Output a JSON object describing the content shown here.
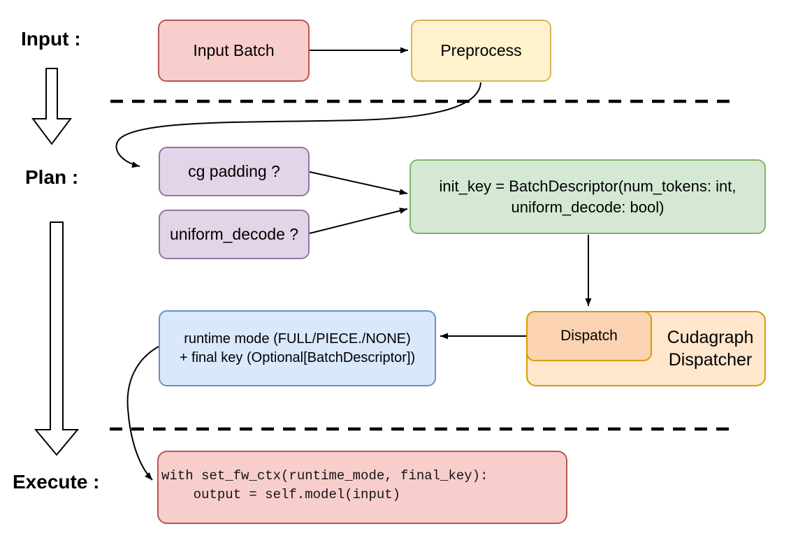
{
  "sections": {
    "input_label": "Input :",
    "plan_label": "Plan :",
    "execute_label": "Execute :"
  },
  "nodes": {
    "input_batch": {
      "label": "Input Batch",
      "fill": "#F8CECC",
      "stroke": "#B85450"
    },
    "preprocess": {
      "label": "Preprocess",
      "fill": "#FFF2CC",
      "stroke": "#D6B656"
    },
    "cg_padding": {
      "label": "cg padding ?",
      "fill": "#E1D5E7",
      "stroke": "#9673A6"
    },
    "uniform_decode": {
      "label": "uniform_decode ?",
      "fill": "#E1D5E7",
      "stroke": "#9673A6"
    },
    "init_key": {
      "line1": "init_key = BatchDescriptor(num_tokens: int,",
      "line2": "uniform_decode: bool)",
      "fill": "#D5E8D4",
      "stroke": "#82B366"
    },
    "runtime_mode": {
      "line1": "runtime mode (FULL/PIECE./NONE)",
      "line2": "+ final key (Optional[BatchDescriptor])",
      "fill": "#DAE8FC",
      "stroke": "#6C8EBF"
    },
    "dispatch": {
      "label": "Dispatch",
      "fill": "#FBD3B2",
      "stroke": "#D79B00"
    },
    "cudagraph_dispatcher": {
      "line1": "Cudagraph",
      "line2": "Dispatcher",
      "fill": "#FFE6CC",
      "stroke": "#D79B00"
    },
    "execute_code": {
      "line1": "with set_fw_ctx(runtime_mode, final_key):",
      "line2": "    output = self.model(input)",
      "fill": "#F8CECC",
      "stroke": "#B85450"
    }
  },
  "edges": [
    "input_batch -> preprocess",
    "preprocess -> cg_padding (curved)",
    "cg_padding -> init_key",
    "uniform_decode -> init_key",
    "init_key -> dispatch",
    "dispatch -> runtime_mode",
    "runtime_mode -> execute_code (curved)"
  ],
  "separators": {
    "style": "thick black dashed",
    "count": 2
  }
}
